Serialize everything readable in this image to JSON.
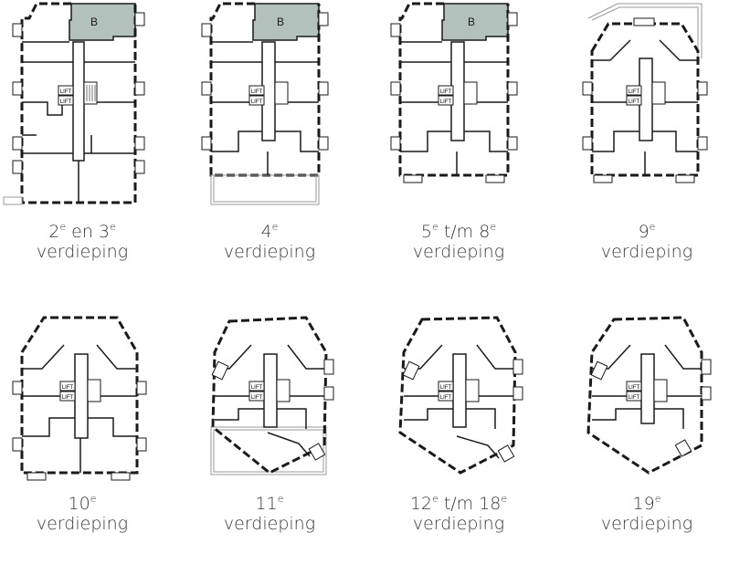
{
  "labels": {
    "lift": "LIFT",
    "block": "B"
  },
  "floors": [
    {
      "num": "2",
      "sup": "e",
      "rest": " en 3",
      "sup2": "e",
      "word": "verdieping"
    },
    {
      "num": "4",
      "sup": "e",
      "rest": "",
      "sup2": "",
      "word": "verdieping"
    },
    {
      "num": "5",
      "sup": "e",
      "rest": " t/m 8",
      "sup2": "e",
      "word": "verdieping"
    },
    {
      "num": "9",
      "sup": "e",
      "rest": "",
      "sup2": "",
      "word": "verdieping"
    },
    {
      "num": "10",
      "sup": "e",
      "rest": "",
      "sup2": "",
      "word": "verdieping"
    },
    {
      "num": "11",
      "sup": "e",
      "rest": "",
      "sup2": "",
      "word": "verdieping"
    },
    {
      "num": "12",
      "sup": "e",
      "rest": " t/m 18",
      "sup2": "e",
      "word": "verdieping"
    },
    {
      "num": "19",
      "sup": "e",
      "rest": "",
      "sup2": "",
      "word": "verdieping"
    }
  ],
  "colors": {
    "wall": "#1a1a1a",
    "shaded": "#b3c1bd",
    "outline": "#9a9a9a",
    "text": "#3a3a3a"
  }
}
